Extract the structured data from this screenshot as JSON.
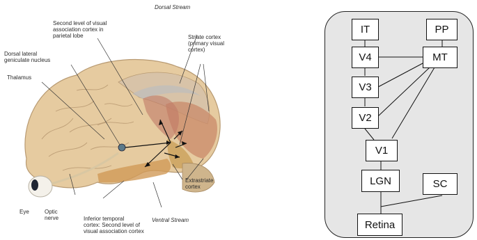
{
  "brain_figure": {
    "labels": {
      "dorsal_stream": "Dorsal Stream",
      "second_level_parietal": "Second level of visual\nassociation cortex in\nparietal lobe",
      "striate_cortex": "Striate cortex\n(primary visual\ncortex)",
      "dorsal_lateral_geniculate": "Dorsal lateral\ngeniculate nucleus",
      "thalamus": "Thalamus",
      "extrastriate_cortex": "Extrastriate\ncortex",
      "eye": "Eye",
      "optic_nerve": "Optic\nnerve",
      "inferior_temporal": "Inferior temporal\ncortex: Second level of\nvisual association cortex",
      "ventral_stream": "Ventral Stream"
    }
  },
  "pathway_diagram": {
    "nodes": {
      "it": "IT",
      "pp": "PP",
      "v4": "V4",
      "mt": "MT",
      "v3": "V3",
      "v2": "V2",
      "v1": "V1",
      "lgn": "LGN",
      "sc": "SC",
      "retina": "Retina"
    }
  },
  "colors": {
    "panel_bg": "#e6e6e6",
    "cortex": "#e6cba0",
    "striate_highlight": "#c98a6a",
    "ventral_highlight": "#d19a57"
  }
}
